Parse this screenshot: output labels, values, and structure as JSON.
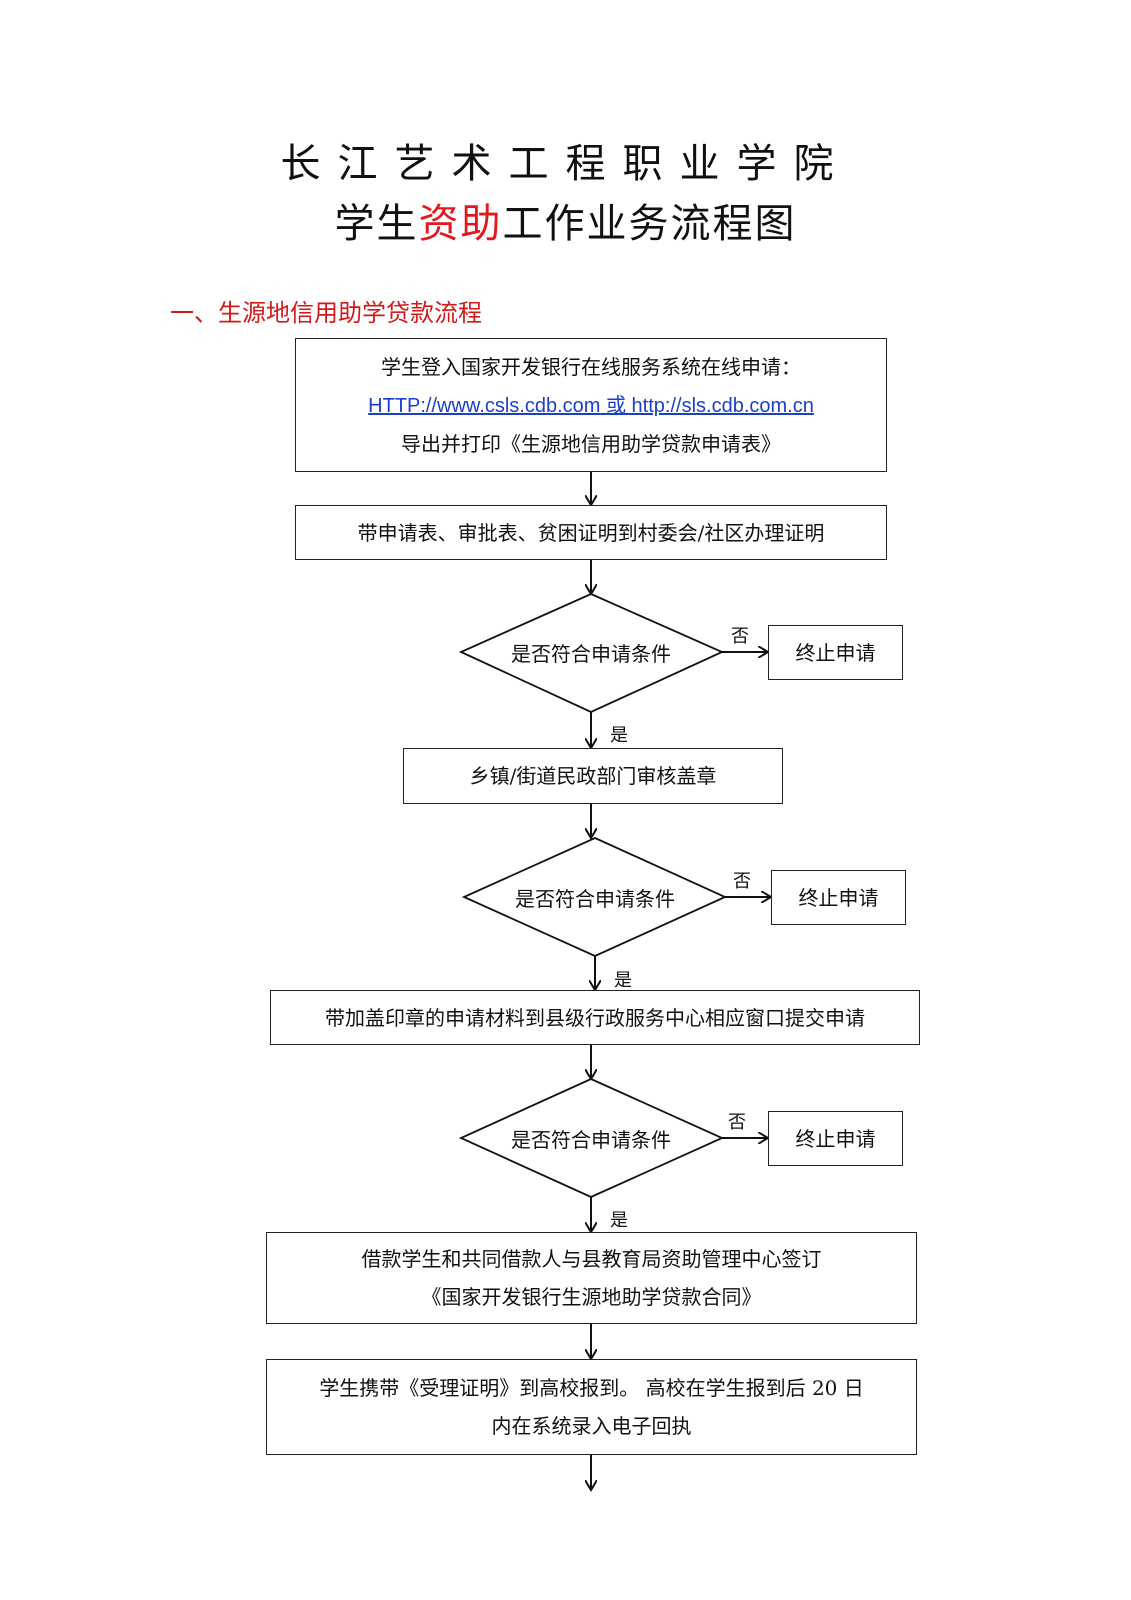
{
  "title": {
    "line1": "长江艺术工程职业学院",
    "line2_part1": "学生",
    "line2_highlight": "资助",
    "line2_part2": "工作业务流程图"
  },
  "section_heading": "一、生源地信用助学贷款流程",
  "steps": {
    "step1": {
      "line1": "学生登入国家开发银行在线服务系统在线申请：",
      "url1": "HTTP://www.csls.cdb.com",
      "or": " 或 ",
      "url2": "http://sls.cdb.com.cn",
      "line3": "导出并打印《生源地信用助学贷款申请表》"
    },
    "step2": "带申请表、审批表、贫困证明到村委会/社区办理证明",
    "step3": "乡镇/街道民政部门审核盖章",
    "step4": "带加盖印章的申请材料到县级行政服务中心相应窗口提交申请",
    "step5": {
      "line1": "借款学生和共同借款人与县教育局资助管理中心签订",
      "line2": "《国家开发银行生源地助学贷款合同》"
    },
    "step6": {
      "line1": "学生携带《受理证明》到高校报到。 高校在学生报到后 20 日",
      "line2": "内在系统录入电子回执"
    }
  },
  "decisions": [
    {
      "label": "是否符合申请条件",
      "yes": "是",
      "no": "否",
      "terminate": "终止申请"
    },
    {
      "label": "是否符合申请条件",
      "yes": "是",
      "no": "否",
      "terminate": "终止申请"
    },
    {
      "label": "是否符合申请条件",
      "yes": "是",
      "no": "否",
      "terminate": "终止申请"
    }
  ]
}
